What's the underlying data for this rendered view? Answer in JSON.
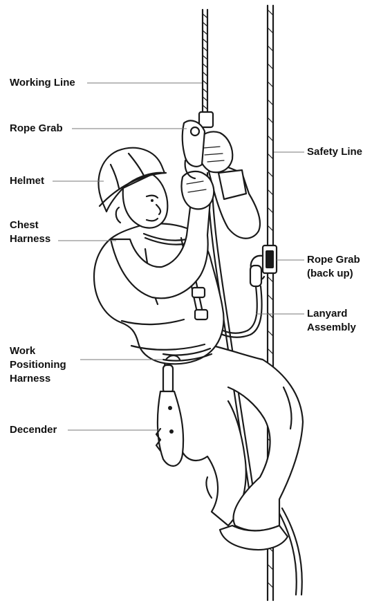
{
  "labels": {
    "working_line": "Working Line",
    "rope_grab": "Rope Grab",
    "helmet": "Helmet",
    "chest_harness_1": "Chest",
    "chest_harness_2": "Harness",
    "work_pos_1": "Work",
    "work_pos_2": "Positioning",
    "work_pos_3": "Harness",
    "decender": "Decender",
    "safety_line": "Safety Line",
    "rope_grab_backup_1": "Rope Grab",
    "rope_grab_backup_2": "(back up)",
    "lanyard_1": "Lanyard",
    "lanyard_2": "Assembly"
  },
  "colors": {
    "ink": "#1a1a1a",
    "leader": "#777777",
    "background": "#ffffff"
  }
}
